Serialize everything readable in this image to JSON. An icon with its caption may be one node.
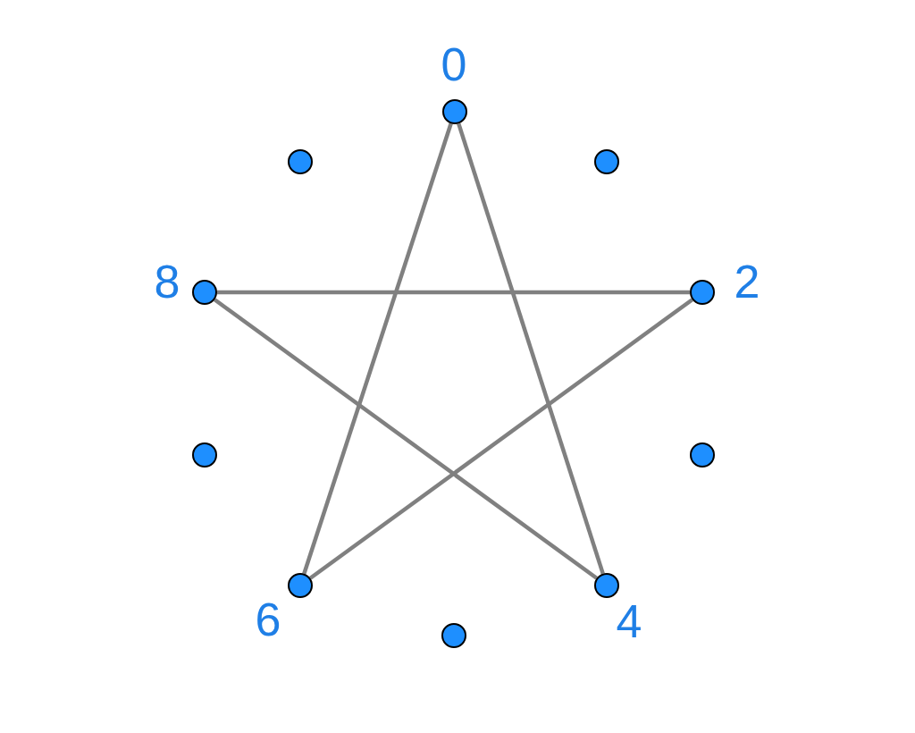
{
  "diagram": {
    "nodes": [
      {
        "text": [],
        "shape": "circle",
        "beside": [
          "0"
        ]
      },
      {
        "text": [],
        "shape": "circle"
      },
      {
        "text": [],
        "shape": "circle",
        "beside": [
          "2"
        ]
      },
      {
        "text": [],
        "shape": "circle"
      },
      {
        "text": [],
        "shape": "circle",
        "beside": [
          "4"
        ]
      },
      {
        "text": [],
        "shape": "circle"
      },
      {
        "text": [],
        "shape": "circle",
        "beside": [
          "6"
        ]
      },
      {
        "text": [],
        "shape": "circle"
      },
      {
        "text": [],
        "shape": "circle",
        "beside": [
          "8"
        ]
      },
      {
        "text": [],
        "shape": "circle"
      }
    ],
    "edges": [
      {
        "from": 0,
        "to": 4,
        "arrow": "none"
      },
      {
        "from": 4,
        "to": 8,
        "arrow": "none"
      },
      {
        "from": 8,
        "to": 2,
        "arrow": "none"
      },
      {
        "from": 2,
        "to": 6,
        "arrow": "none"
      },
      {
        "from": 6,
        "to": 0,
        "arrow": "none"
      }
    ]
  }
}
